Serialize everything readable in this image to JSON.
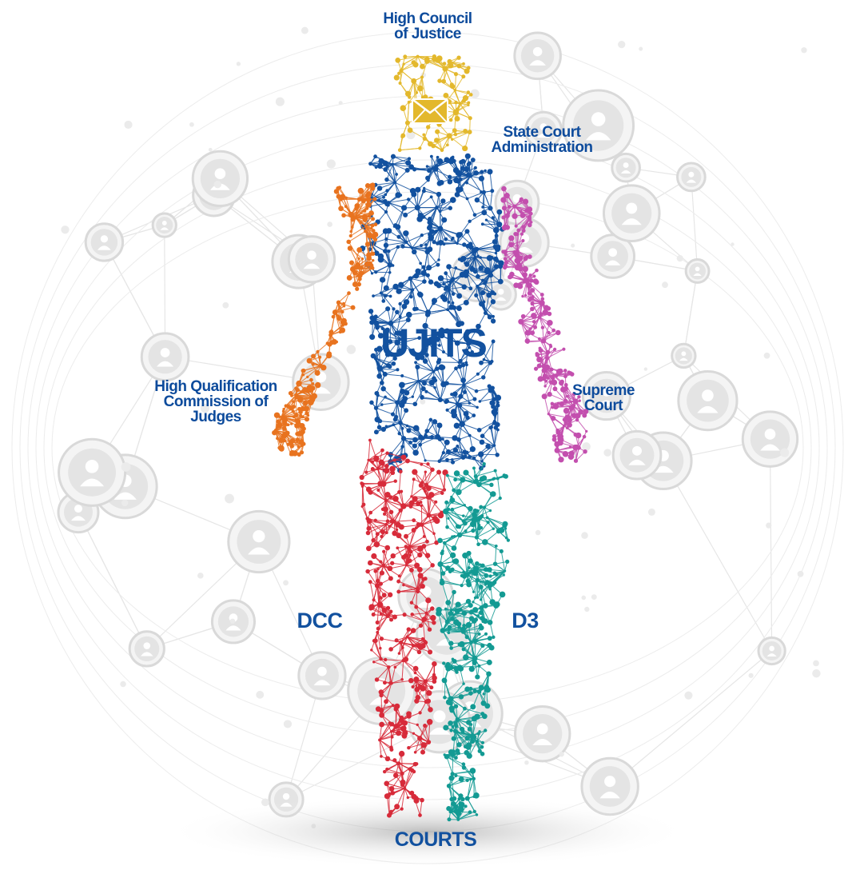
{
  "labels": {
    "high_council": "High Council\nof Justice",
    "state_court_admin": "State Court\nAdministration",
    "hqcj": "High Qualification\nCommission of\nJudges",
    "supreme_court": "Supreme\nCourt",
    "center": "UJITS",
    "dcc": "DCC",
    "d3": "D3",
    "courts": "COURTS"
  },
  "colors": {
    "label_blue": "#0d4b9c",
    "head": "#e3b82c",
    "torso": "#12519f",
    "left_arm": "#e8731f",
    "right_arm": "#c34fae",
    "left_leg": "#d72b3a",
    "right_leg": "#139a93",
    "background_network": "#d9d9d9"
  },
  "icons": [
    "envelope-icon",
    "person-node-icon"
  ]
}
